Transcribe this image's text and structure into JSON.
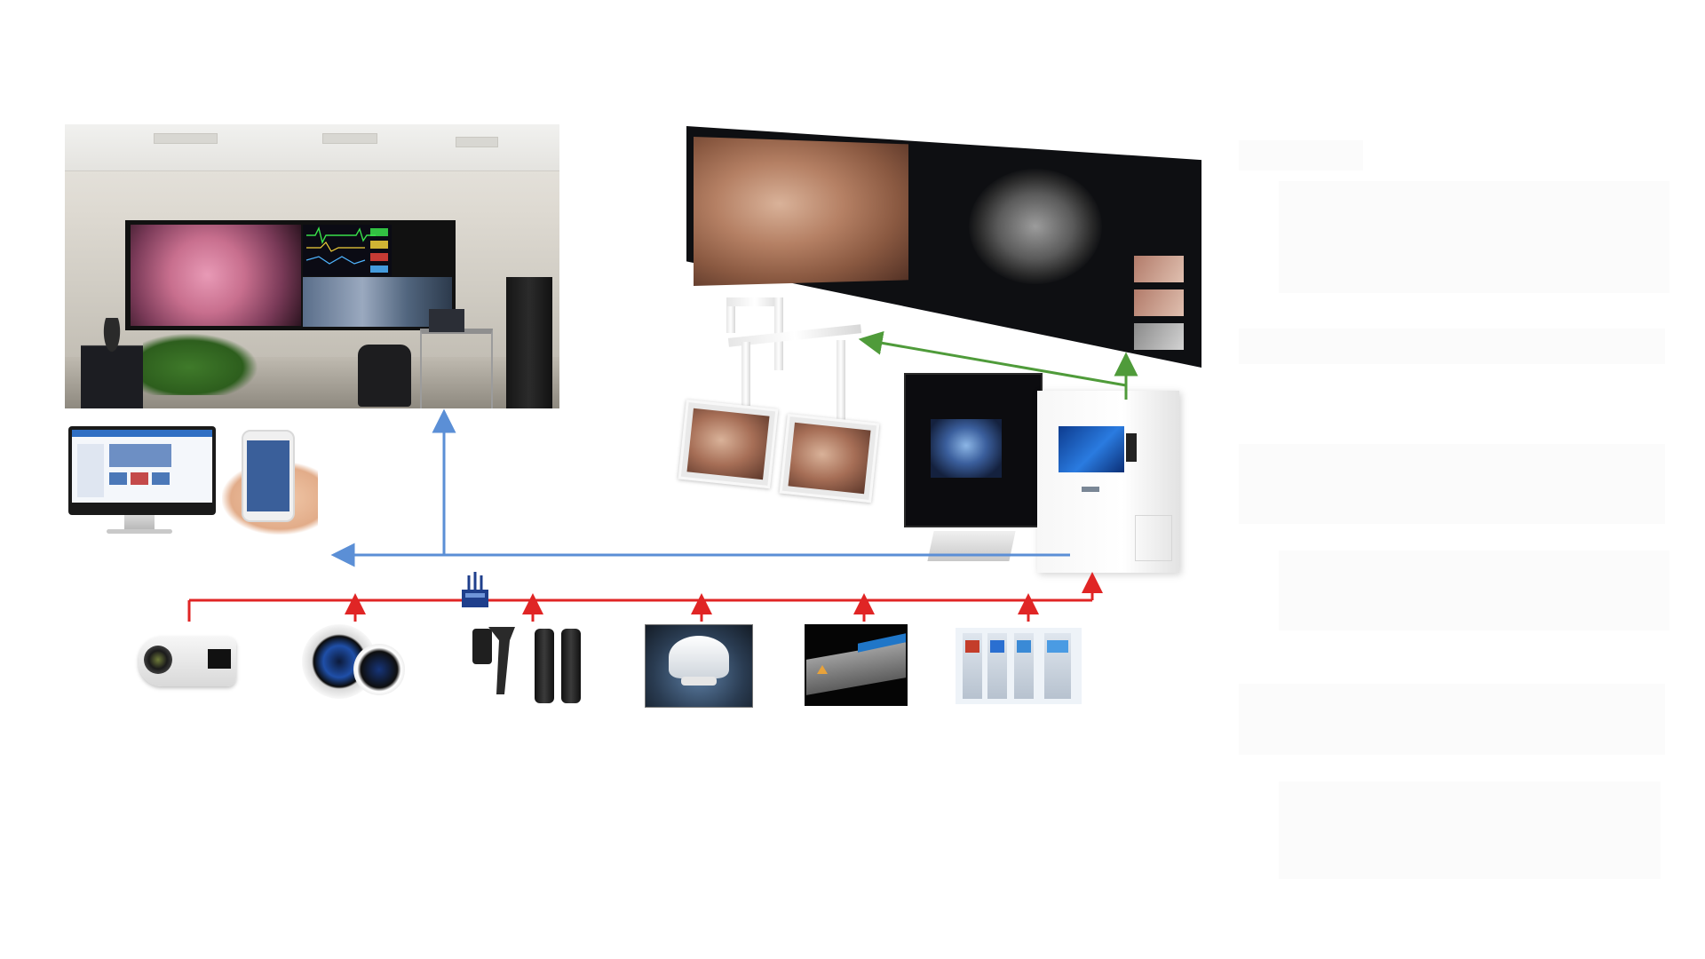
{
  "figure": {
    "background": "#ffffff",
    "blue_link_color": "#5b8fd6",
    "red_link_color": "#e02525",
    "green_link_color": "#4f9b3a"
  },
  "nodes": [
    {
      "id": "meeting-room",
      "icon": "meeting-room-photo"
    },
    {
      "id": "pc-terminal",
      "icon": "desktop-monitor-icon"
    },
    {
      "id": "mobile-terminal",
      "icon": "smartphone-icon"
    },
    {
      "id": "or-display",
      "icon": "surgical-display-wall"
    },
    {
      "id": "boom-monitors",
      "icon": "ceiling-boom-monitors"
    },
    {
      "id": "workstation",
      "icon": "recording-workstation"
    },
    {
      "id": "network-switch",
      "icon": "network-switch-icon"
    },
    {
      "id": "box-camera",
      "icon": "box-camera-icon"
    },
    {
      "id": "dome-camera",
      "icon": "panoramic-camera-icon"
    },
    {
      "id": "wireless-mics",
      "icon": "wireless-microphone-icon"
    },
    {
      "id": "ceiling-speaker",
      "icon": "ceiling-speaker-icon"
    },
    {
      "id": "encoder-box",
      "icon": "encoder-box-icon"
    },
    {
      "id": "medical-carts",
      "icon": "medical-equipment-icon"
    }
  ]
}
